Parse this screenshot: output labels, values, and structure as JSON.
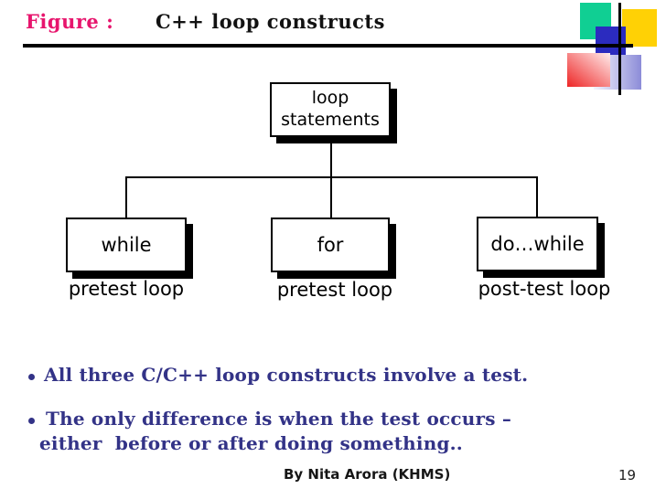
{
  "slide": {
    "title": {
      "figure_label": "Figure :",
      "text": "C++ loop constructs"
    },
    "diagram": {
      "root_lines": [
        "loop",
        "statements"
      ],
      "nodes": [
        {
          "label": "while",
          "sublabel": "pretest loop"
        },
        {
          "label": "for",
          "sublabel": "pretest loop"
        },
        {
          "label": "do…while",
          "sublabel": "post-test loop"
        }
      ]
    },
    "bullets": [
      {
        "lines": [
          "All three C/C++ loop constructs involve a test."
        ]
      },
      {
        "lines": [
          "The only difference is when the test occurs –",
          "either  before or after doing something.."
        ]
      }
    ],
    "footer": {
      "author": "By Nita Arora (KHMS)",
      "page_number": "19"
    },
    "colors": {
      "title_accent": "#e7156d",
      "bullet_text": "#333387",
      "decor_green": "#10cf93",
      "decor_yellow": "#ffd105",
      "decor_blue": "#2b2bbf",
      "decor_red_gradient_start": "#ee2626",
      "decor_periwinkle_gradient_end": "#8c8cd8"
    }
  }
}
